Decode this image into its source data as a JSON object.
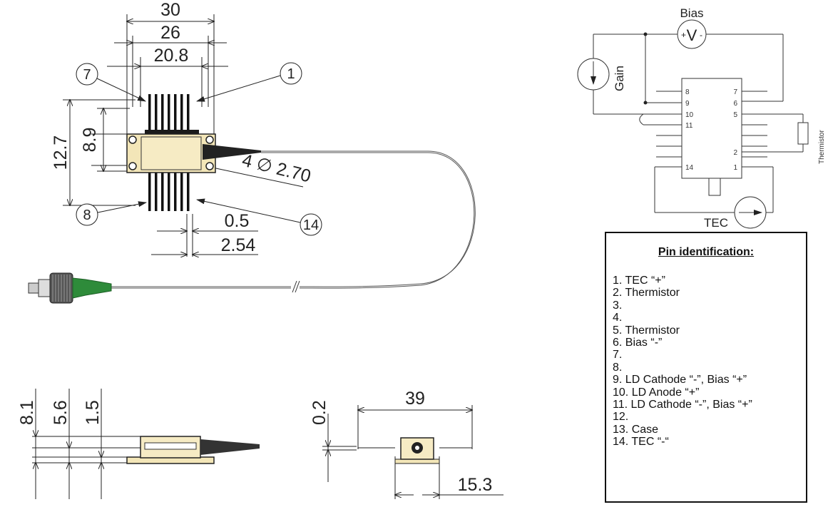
{
  "drawing": {
    "top_view": {
      "dim_overall_width": "30",
      "dim_pin_span": "26",
      "dim_body_width": "20.8",
      "dim_total_height": "12.7",
      "dim_body_height": "8.9",
      "dim_mount_holes": "4 ∅ 2.70",
      "dim_pin_width": "0.5",
      "dim_pin_pitch": "2.54",
      "callout_pin_7": "7",
      "callout_pin_1": "1",
      "callout_pin_8": "8",
      "callout_pin_14": "14",
      "body_color": "#f3e6b8",
      "connector_color": "#2e8b3a"
    },
    "side_view": {
      "dim_total_height": "8.1",
      "dim_body_height": "5.6",
      "dim_base_height": "1.5"
    },
    "front_view": {
      "dim_offset": "0.2",
      "dim_overall_width": "39",
      "dim_body_width": "15.3"
    }
  },
  "schematic": {
    "bias_label": "Bias",
    "voltmeter_symbol": "V",
    "voltmeter_plus": "+",
    "voltmeter_minus": "-",
    "gain_label": "Gain",
    "thermistor_label": "Thermistor",
    "tec_label": "TEC",
    "ic_left_pins": [
      "8",
      "9",
      "10",
      "11",
      "14"
    ],
    "ic_right_pins": [
      "7",
      "6",
      "5",
      "2",
      "1"
    ]
  },
  "pin_identification": {
    "title": "Pin identification:",
    "items": [
      "1. TEC “+”",
      "2. Thermistor",
      "3.",
      "4.",
      "5. Thermistor",
      "6. Bias “-”",
      "7.",
      "8.",
      "9. LD Cathode “-”, Bias “+”",
      "10. LD Anode “+”",
      "11. LD Cathode “-”, Bias “+”",
      "12.",
      "13. Case",
      "14. TEC “-“"
    ]
  }
}
